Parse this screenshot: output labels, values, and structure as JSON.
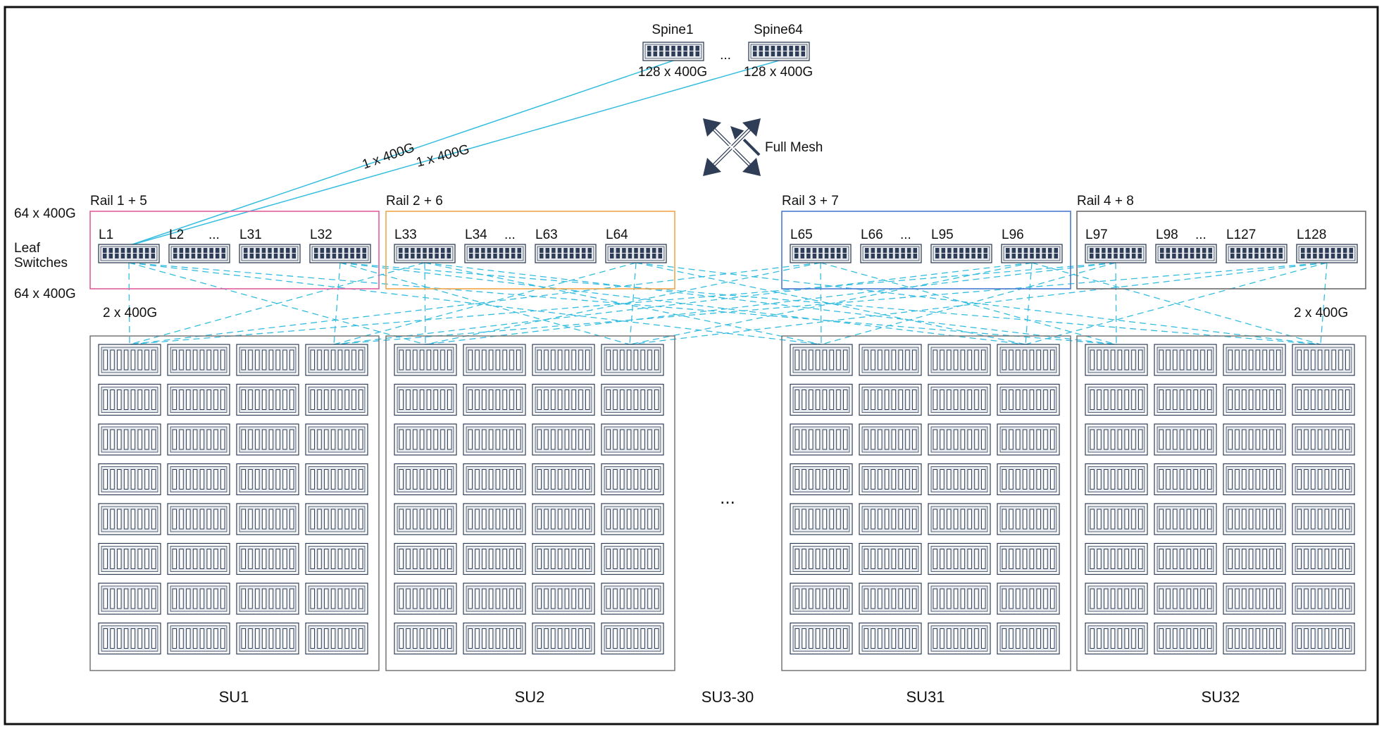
{
  "colors": {
    "frame": "#111111",
    "box_gray": "#6b6b6b",
    "rail1_border": "#e35d9b",
    "rail2_border": "#f0a64a",
    "rail3_border": "#4a7bd0",
    "rail4_border": "#6b6b6b",
    "link": "#35bde0",
    "device_fill": "#e6e9ee",
    "device_port": "#2f3e56"
  },
  "spine": {
    "first": {
      "label": "Spine1",
      "ports": "128 x 400G"
    },
    "last": {
      "label": "Spine64",
      "ports": "128 x 400G"
    },
    "ellipsis": "..."
  },
  "uplinks": {
    "link_a": "1 x 400G",
    "link_b": "1 x 400G"
  },
  "mesh": {
    "label": "Full Mesh",
    "icon": "cross-arrows-icon"
  },
  "leaf_side": {
    "up_ports": "64 x 400G",
    "title": "Leaf\nSwitches",
    "down_ports": "64 x 400G"
  },
  "rails": [
    {
      "title": "Rail 1 + 5",
      "leaves": [
        "L1",
        "L2",
        "L31",
        "L32"
      ],
      "ellipsis": "..."
    },
    {
      "title": "Rail 2 + 6",
      "leaves": [
        "L33",
        "L34",
        "L63",
        "L64"
      ],
      "ellipsis": "..."
    },
    {
      "title": "Rail 3 + 7",
      "leaves": [
        "L65",
        "L66",
        "L95",
        "L96"
      ],
      "ellipsis": "..."
    },
    {
      "title": "Rail 4 + 8",
      "leaves": [
        "L97",
        "L98",
        "L127",
        "L128"
      ],
      "ellipsis": "..."
    }
  ],
  "downlinks": {
    "left": "2 x 400G",
    "right": "2 x 400G"
  },
  "units": [
    {
      "label": "SU1"
    },
    {
      "label": "SU2"
    },
    {
      "label": "SU31"
    },
    {
      "label": "SU32"
    }
  ],
  "middle": {
    "ellipsis": "...",
    "label": "SU3-30"
  },
  "grid": {
    "rows": 8,
    "cols": 4
  }
}
